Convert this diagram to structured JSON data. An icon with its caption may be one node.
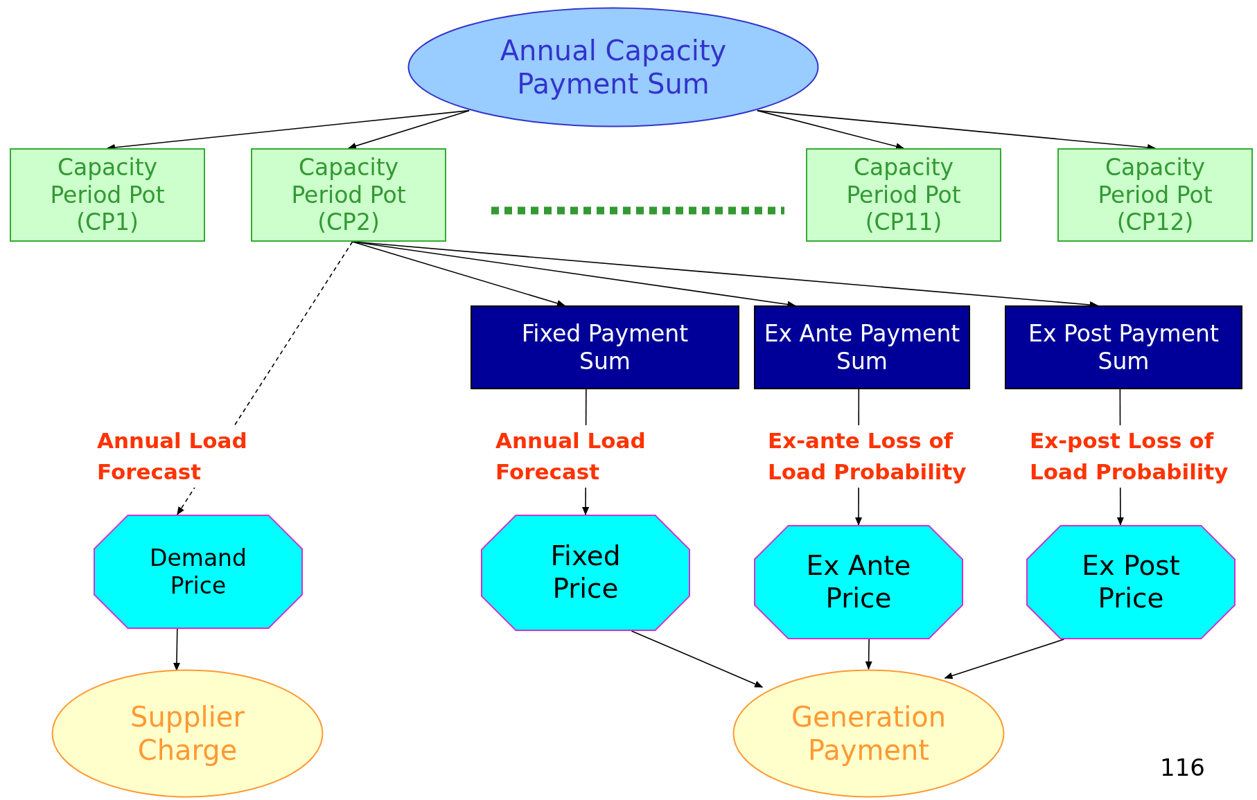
{
  "diagram": {
    "nodes": [
      {
        "text": [
          "Annual Capacity Payment Sum"
        ]
      },
      {
        "text": [
          "Capacity Period Pot (CP1)"
        ]
      },
      {
        "text": [
          "Capacity Period Pot (CP2)"
        ]
      },
      {
        "text": [
          "Capacity Period Pot (CP11)"
        ]
      },
      {
        "text": [
          "Capacity Period Pot (CP12)"
        ]
      },
      {
        "text": [
          "Fixed Payment Sum"
        ]
      },
      {
        "text": [
          "Ex Ante Payment Sum"
        ]
      },
      {
        "text": [
          "Ex Post Payment Sum"
        ]
      },
      {
        "text": [
          "Demand Price"
        ]
      },
      {
        "text": [
          "Fixed Price"
        ]
      },
      {
        "text": [
          "Ex Ante Price"
        ]
      },
      {
        "text": [
          "Ex Post Price"
        ]
      },
      {
        "text": [
          "Supplier Charge"
        ]
      },
      {
        "text": [
          "Generation Payment"
        ]
      }
    ],
    "edges": [
      {
        "from": 0,
        "to": 1,
        "arrow": "to"
      },
      {
        "from": 0,
        "to": 2,
        "arrow": "to"
      },
      {
        "from": 0,
        "to": 3,
        "arrow": "to"
      },
      {
        "from": 0,
        "to": 4,
        "arrow": "to"
      },
      {
        "from": 2,
        "to": 5,
        "arrow": "to"
      },
      {
        "from": 2,
        "to": 6,
        "arrow": "to"
      },
      {
        "from": 2,
        "to": 7,
        "arrow": "to"
      },
      {
        "from": 2,
        "to": 8,
        "arrow": "to",
        "style": "dashed",
        "label": "Annual Load Forecast"
      },
      {
        "from": 5,
        "to": 9,
        "arrow": "to",
        "label": "Annual Load Forecast"
      },
      {
        "from": 6,
        "to": 10,
        "arrow": "to",
        "label": "Ex-ante Loss of Load Probability"
      },
      {
        "from": 7,
        "to": 11,
        "arrow": "to",
        "label": "Ex-post Loss of Load Probability"
      },
      {
        "from": 8,
        "to": 12,
        "arrow": "to"
      },
      {
        "from": 9,
        "to": 13,
        "arrow": "to"
      },
      {
        "from": 10,
        "to": 13,
        "arrow": "to"
      },
      {
        "from": 11,
        "to": 13,
        "arrow": "to"
      }
    ],
    "labels": [
      "116"
    ]
  }
}
